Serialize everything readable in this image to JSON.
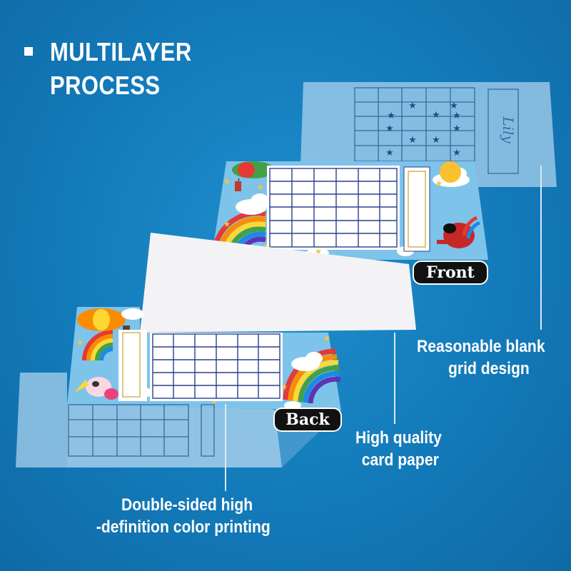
{
  "heading": {
    "line1": "MULTILAYER",
    "line2": "PROCESS"
  },
  "labels": {
    "front": "Front",
    "back": "Back"
  },
  "captions": {
    "grid": [
      "Reasonable blank",
      "grid design"
    ],
    "paper": [
      "High quality",
      "card paper"
    ],
    "printing": [
      "Double-sided high",
      "-definition color printing"
    ]
  },
  "colors": {
    "background": "#137ab9",
    "sky": "#7ec3ea",
    "grid_line": "#2a3f8f",
    "card": "#f2f2f4",
    "star": "#f4c53a"
  }
}
